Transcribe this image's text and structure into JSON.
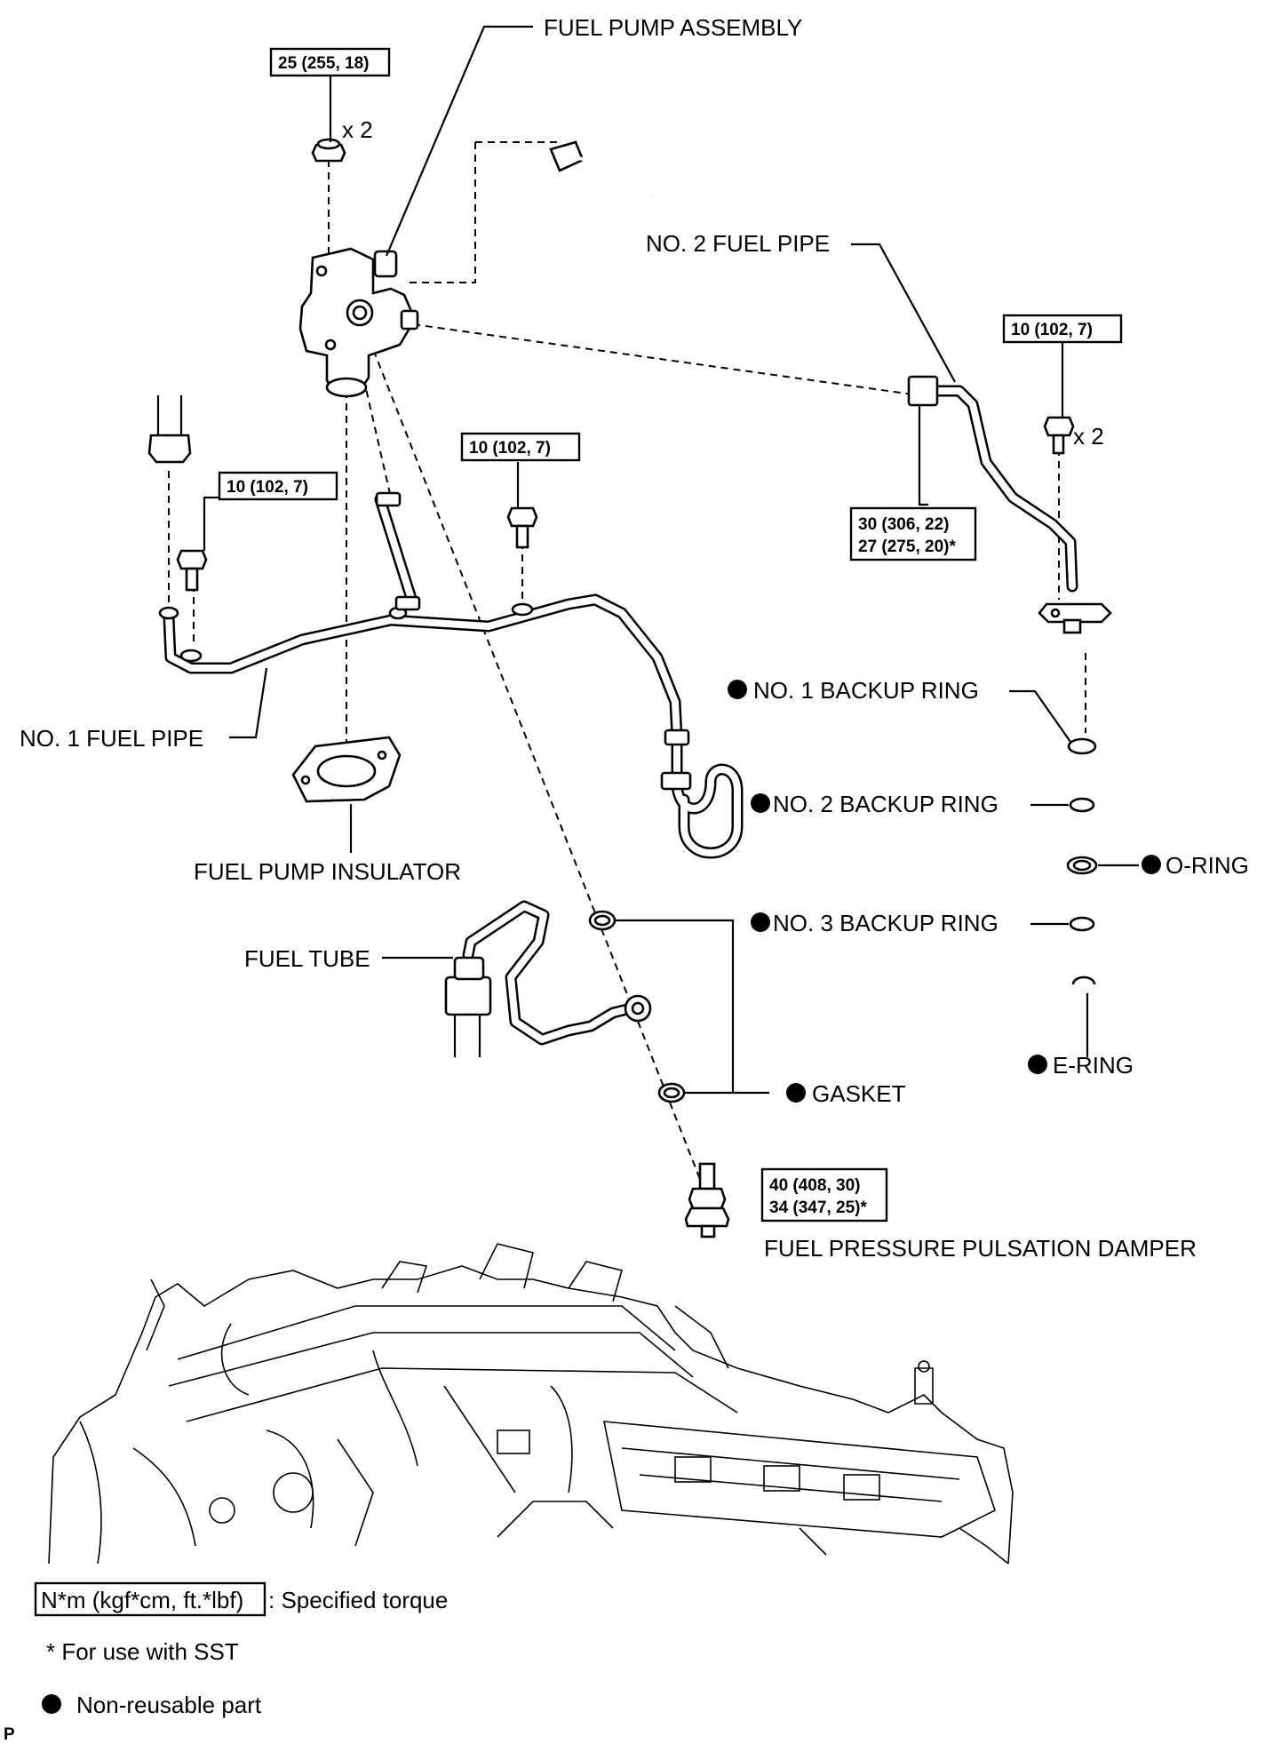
{
  "labels": {
    "fuel_pump_assembly": "FUEL PUMP ASSEMBLY",
    "no2_fuel_pipe": "NO. 2 FUEL PIPE",
    "no1_backup_ring": "NO. 1 BACKUP RING",
    "no2_backup_ring": "NO. 2 BACKUP RING",
    "o_ring": "O-RING",
    "no3_backup_ring": "NO. 3 BACKUP RING",
    "e_ring": "E-RING",
    "gasket": "GASKET",
    "fuel_pressure_pulsation_damper": "FUEL PRESSURE PULSATION DAMPER",
    "no1_fuel_pipe": "NO. 1 FUEL PIPE",
    "fuel_pump_insulator": "FUEL PUMP INSULATOR",
    "fuel_tube": "FUEL TUBE"
  },
  "torques": {
    "pump_nut": "25 (255, 18)",
    "pipe2_bolt": "10 (102, 7)",
    "pipe1_bolt_center": "10 (102, 7)",
    "pipe1_bolt_left": "10 (102, 7)",
    "union_line1": "30 (306, 22)",
    "union_line2": "27 (275, 20)*",
    "damper_line1": "40 (408, 30)",
    "damper_line2": "34 (347, 25)*"
  },
  "quantities": {
    "pump_nut": "x 2",
    "pipe2_bolt": "x 2"
  },
  "legend": {
    "torque_box": "N*m (kgf*cm, ft.*lbf)",
    "torque_text": ": Specified torque",
    "sst_note": "* For use with SST",
    "nonreusable_text": "Non-reusable part"
  },
  "figure_code": "P"
}
